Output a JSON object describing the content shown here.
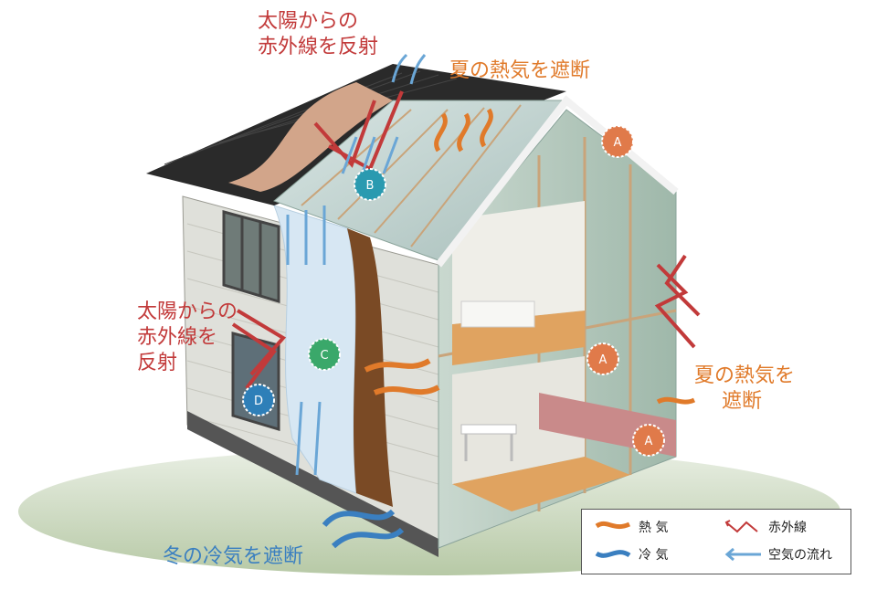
{
  "labels": {
    "roof_reflect": "太陽からの\n赤外線を反射",
    "summer_roof": "夏の熱気を遮断",
    "wall_reflect": "太陽からの\n赤外線を\n反射",
    "summer_wall_line1": "夏の熱気を",
    "summer_wall_line2": "遮断",
    "winter": "冬の冷気を遮断"
  },
  "markers": {
    "a": "A",
    "b": "B",
    "c": "C",
    "d": "D"
  },
  "legend": {
    "heat": "熱 気",
    "infrared": "赤外線",
    "cold": "冷 気",
    "airflow": "空気の流れ"
  },
  "colors": {
    "red": "#c23a3a",
    "orange": "#e07a2a",
    "blue": "#3a7fc0",
    "green_marker": "#3aa86a",
    "teal_marker": "#2a9ab0",
    "navy_marker": "#2e7fb8"
  }
}
